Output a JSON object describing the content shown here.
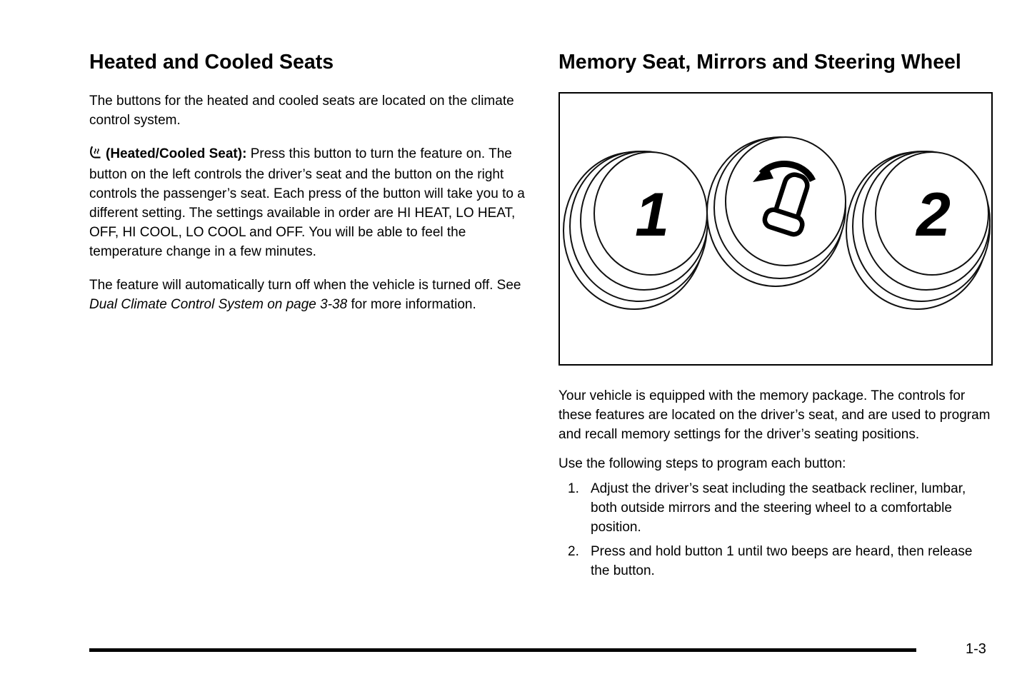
{
  "page": {
    "number": "1-3"
  },
  "left": {
    "heading": "Heated and Cooled Seats",
    "para1": "The buttons for the heated and cooled seats are located on the climate control system.",
    "para2_label": "(Heated/Cooled Seat):",
    "para2_body": "Press this button to turn the feature on. The button on the left controls the driver’s seat and the button on the right controls the passenger’s seat. Each press of the button will take you to a different setting. The settings available in order are HI HEAT, LO HEAT, OFF, HI COOL, LO COOL and OFF. You will be able to feel the temperature change in a few minutes.",
    "para3_pre": "The feature will automatically turn off when the vehicle is turned off. See",
    "para3_italic": "Dual Climate Control System on page 3-38",
    "para3_post": "for more information.",
    "icons": {
      "inline": "heated-cooled-seat-icon"
    }
  },
  "right": {
    "heading": "Memory Seat, Mirrors and Steering Wheel",
    "figure": {
      "name": "memory-seat-buttons-illustration",
      "button1_label": "1",
      "button2_label": "2",
      "middle_icon": "seat-adjust-icon"
    },
    "para1": "Your vehicle is equipped with the memory package. The controls for these features are located on the driver’s seat, and are used to program and recall memory settings for the driver’s seating positions.",
    "para2": "Use the following steps to program each button:",
    "steps": [
      {
        "num": "1.",
        "text": "Adjust the driver’s seat including the seatback recliner, lumbar, both outside mirrors and the steering wheel to a comfortable position."
      },
      {
        "num": "2.",
        "text": "Press and hold button 1 until two beeps are heard, then release the button."
      }
    ]
  }
}
